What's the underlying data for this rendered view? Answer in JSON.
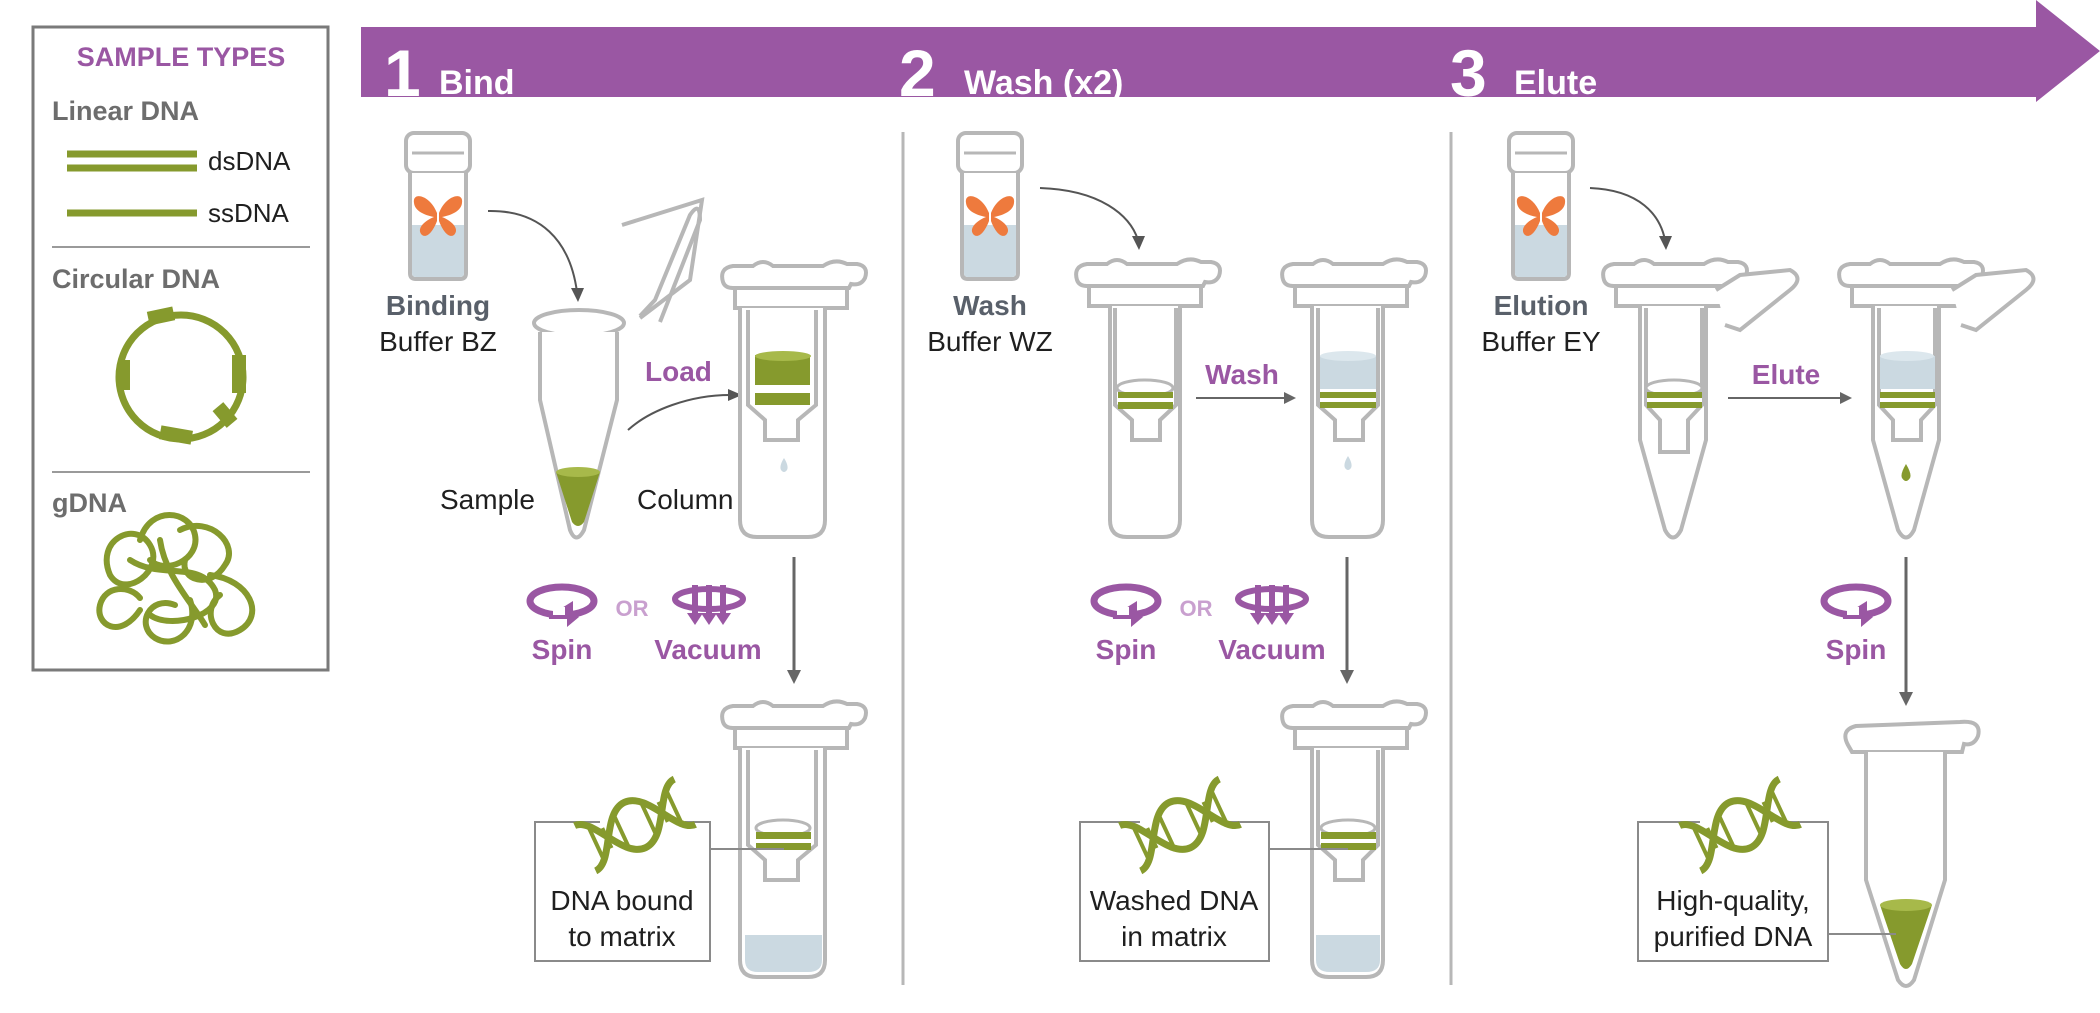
{
  "sidebar": {
    "title": "SAMPLE TYPES",
    "linear_heading": "Linear DNA",
    "dsdna": "dsDNA",
    "ssdna": "ssDNA",
    "circular_heading": "Circular DNA",
    "gdna_heading": "gDNA"
  },
  "steps": [
    {
      "number": "1",
      "title": "Bind",
      "buffer_bold": "Binding",
      "buffer_name": "Buffer BZ",
      "sample_label": "Sample",
      "column_label": "Column",
      "action": "Load",
      "spin": "Spin",
      "or": "OR",
      "vacuum": "Vacuum",
      "result_line1": "DNA bound",
      "result_line2": "to matrix"
    },
    {
      "number": "2",
      "title": "Wash (x2)",
      "buffer_bold": "Wash",
      "buffer_name": "Buffer WZ",
      "action": "Wash",
      "spin": "Spin",
      "or": "OR",
      "vacuum": "Vacuum",
      "result_line1": "Washed DNA",
      "result_line2": "in matrix"
    },
    {
      "number": "3",
      "title": "Elute",
      "buffer_bold": "Elution",
      "buffer_name": "Buffer EY",
      "action": "Elute",
      "spin": "Spin",
      "result_line1": "High-quality,",
      "result_line2": "purified DNA"
    }
  ],
  "colors": {
    "purple": "#9a57a3",
    "green": "#869a2d",
    "gray": "#b7b7b7",
    "dark_gray": "#59606a",
    "orange": "#ee7a3d",
    "buffer": "#cbd9e1",
    "text": "#1f1f1f"
  }
}
